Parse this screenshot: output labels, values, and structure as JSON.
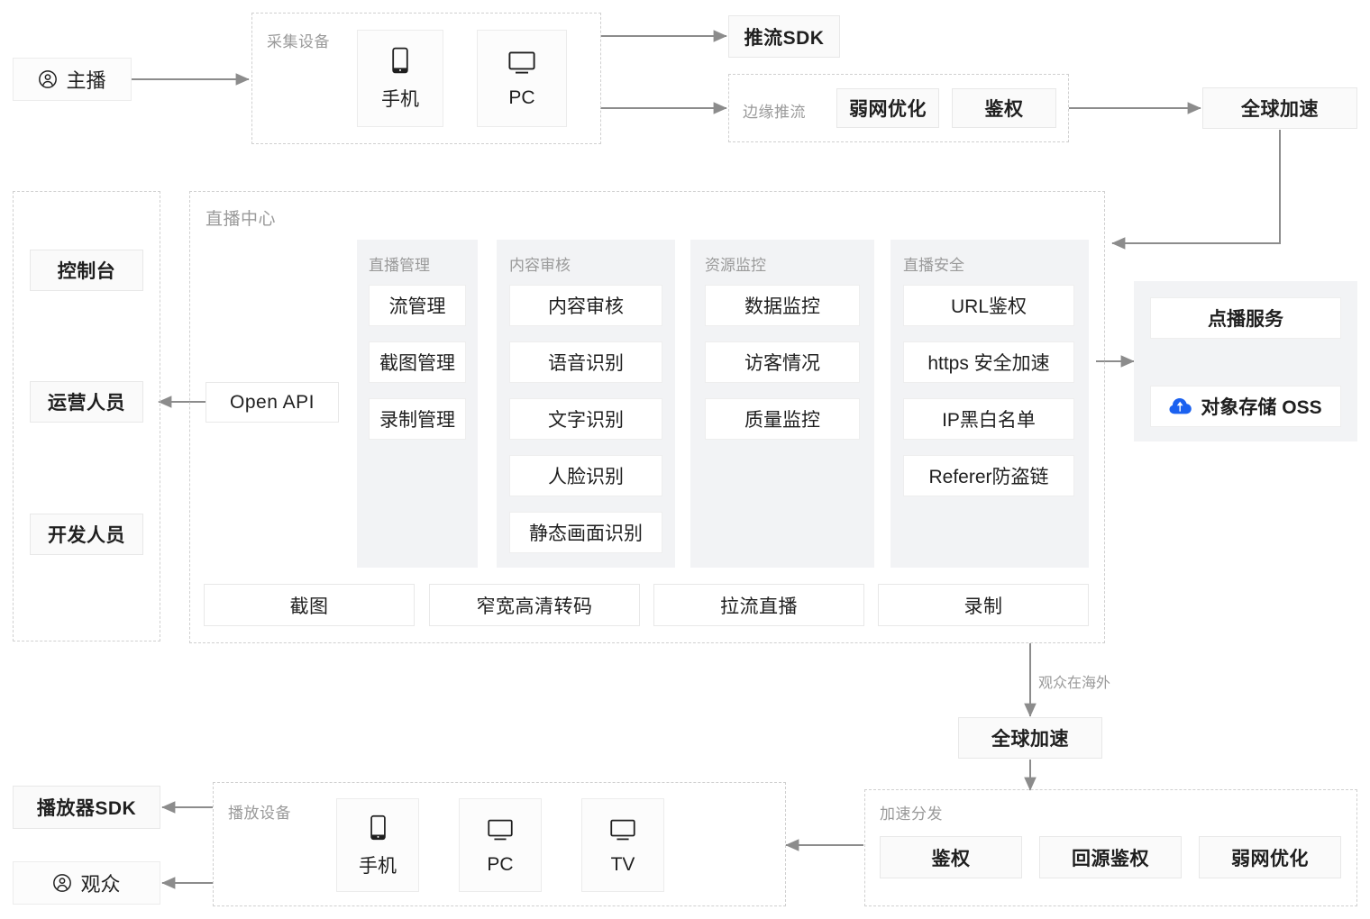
{
  "colors": {
    "line": "#8c8c8c",
    "dashed": "#d0d0d0",
    "column_bg": "#f2f3f5",
    "chip_bg": "#ffffff",
    "muted_text": "#9a9a9a",
    "oss_blue": "#1b61f0"
  },
  "actors": {
    "anchor": {
      "label": "主播",
      "icon": "user-circle-icon"
    },
    "viewer": {
      "label": "观众",
      "icon": "user-circle-icon"
    }
  },
  "capture_group": {
    "label": "采集设备",
    "devices": [
      {
        "label": "手机",
        "icon": "mobile-icon"
      },
      {
        "label": "PC",
        "icon": "monitor-icon"
      }
    ]
  },
  "push_sdk": {
    "label": "推流SDK"
  },
  "edge_push_group": {
    "label": "边缘推流",
    "items": [
      {
        "label": "弱网优化"
      },
      {
        "label": "鉴权"
      }
    ]
  },
  "global_accel_top": {
    "label": "全球加速"
  },
  "sidebar": {
    "items": [
      {
        "label": "控制台"
      },
      {
        "label": "运营人员"
      },
      {
        "label": "开发人员"
      }
    ]
  },
  "open_api": {
    "label": "Open API"
  },
  "live_center": {
    "label": "直播中心",
    "columns": [
      {
        "title": "直播管理",
        "items": [
          "流管理",
          "截图管理",
          "录制管理"
        ]
      },
      {
        "title": "内容审核",
        "items": [
          "内容审核",
          "语音识别",
          "文字识别",
          "人脸识别",
          "静态画面识别"
        ]
      },
      {
        "title": "资源监控",
        "items": [
          "数据监控",
          "访客情况",
          "质量监控"
        ]
      },
      {
        "title": "直播安全",
        "items": [
          "URL鉴权",
          "https 安全加速",
          "IP黑白名单",
          "Referer防盗链"
        ]
      }
    ],
    "footer_items": [
      "截图",
      "窄宽高清转码",
      "拉流直播",
      "录制"
    ]
  },
  "storage_panel": {
    "items": [
      {
        "label": "点播服务",
        "icon": null
      },
      {
        "label": "对象存储 OSS",
        "icon": "oss-cloud-icon"
      }
    ]
  },
  "overseas_note": "观众在海外",
  "global_accel_bottom": {
    "label": "全球加速"
  },
  "distribution_group": {
    "label": "加速分发",
    "items": [
      {
        "label": "鉴权"
      },
      {
        "label": "回源鉴权"
      },
      {
        "label": "弱网优化"
      }
    ]
  },
  "playback_group": {
    "label": "播放设备",
    "devices": [
      {
        "label": "手机",
        "icon": "mobile-icon"
      },
      {
        "label": "PC",
        "icon": "monitor-icon"
      },
      {
        "label": "TV",
        "icon": "monitor-icon"
      }
    ]
  },
  "player_sdk": {
    "label": "播放器SDK"
  }
}
